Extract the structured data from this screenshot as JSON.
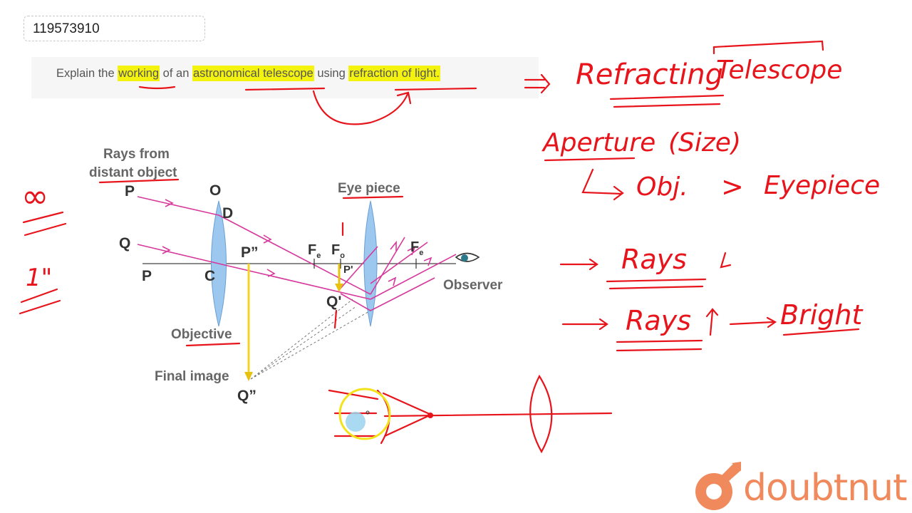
{
  "question_id": "119573910",
  "question": {
    "p1": "Explain the ",
    "h1": "working",
    "p2": " of an ",
    "h2": "astronomical telescope",
    "p3": " using ",
    "h3": "refraction of light."
  },
  "diagram": {
    "rays_line1": "Rays from",
    "rays_line2": "distant object",
    "P_top": "P",
    "O": "O",
    "D": "D",
    "Q": "Q",
    "P_bottom": "P",
    "C": "C",
    "P_double": "P”",
    "eye_piece": "Eye piece",
    "Fe_left": "F",
    "Fe_left_sub": "e",
    "Fo": "F",
    "Fo_sub": "o",
    "P_prime": "P'",
    "Fe_right": "F",
    "Fe_right_sub": "e",
    "Q_prime": "Q'",
    "observer": "Observer",
    "objective": "Objective",
    "final_image": "Final image",
    "Q_double": "Q”"
  },
  "annotations": {
    "infinity": "∞",
    "inch": "1\"",
    "refracting": "Refracting",
    "telescope": "Telescope",
    "aperture": "Aperture",
    "size": "(Size)",
    "obj": "Obj.",
    "greater": ">",
    "eyepiece": "Eyepiece",
    "rays1": "Rays",
    "rays2": "Rays",
    "bright": "Bright"
  },
  "brand": {
    "logo_text": "doubtnut"
  },
  "colors": {
    "ray": "#d6399b",
    "lens": "#7fb6e6",
    "image_arrow": "#f4d420",
    "annotation": "#e8141b",
    "highlight": "#f4f20f",
    "brand": "#f08a5d"
  }
}
